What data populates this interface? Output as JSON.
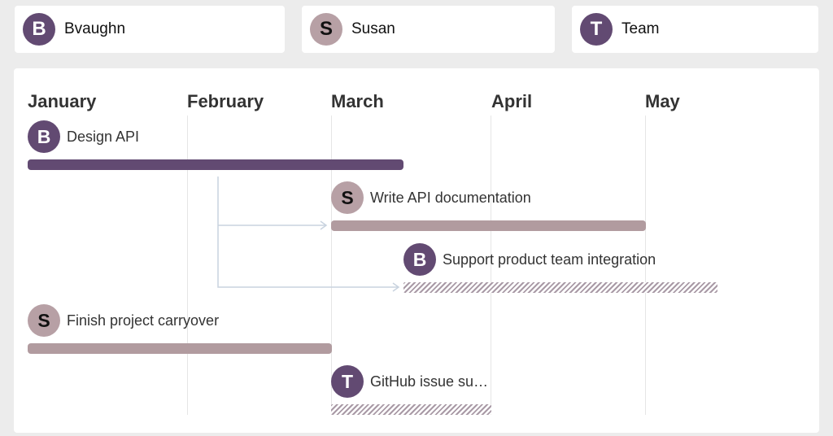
{
  "users": [
    {
      "initial": "B",
      "name": "Bvaughn",
      "color": "#624a72"
    },
    {
      "initial": "S",
      "name": "Susan",
      "color": "#b7a0a5"
    },
    {
      "initial": "T",
      "name": "Team",
      "color": "#624a72"
    }
  ],
  "timeline": {
    "months": [
      "January",
      "February",
      "March",
      "April",
      "May"
    ],
    "tasks": [
      {
        "assignee_initial": "B",
        "label": "Design API",
        "start": "January",
        "end": "mid-March",
        "style": "solid",
        "color": "#624a72"
      },
      {
        "assignee_initial": "S",
        "label": "Write API documentation",
        "start": "March",
        "end": "May",
        "style": "solid",
        "color": "#b19b9f",
        "depends_on": "Design API"
      },
      {
        "assignee_initial": "B",
        "label": "Support product team integration",
        "start": "mid-March",
        "end": "mid-May",
        "style": "hatched",
        "depends_on": "Design API"
      },
      {
        "assignee_initial": "S",
        "label": "Finish project carryover",
        "start": "January",
        "end": "March",
        "style": "solid",
        "color": "#b19b9f"
      },
      {
        "assignee_initial": "T",
        "label": "GitHub issue su…",
        "start": "March",
        "end": "April",
        "style": "hatched"
      }
    ]
  }
}
